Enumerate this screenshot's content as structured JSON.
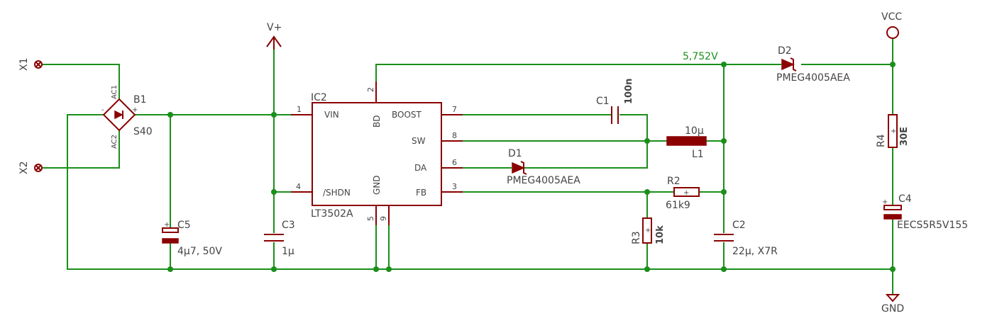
{
  "connectors": {
    "x1": "X1",
    "x2": "X2"
  },
  "bridge": {
    "name": "B1",
    "value": "S40",
    "ac1": "AC1",
    "ac2": "AC2",
    "minus": "-",
    "plus": "+"
  },
  "supply": {
    "vplus": "V+",
    "vcc": "VCC",
    "gnd": "GND"
  },
  "ic": {
    "name": "IC2",
    "part": "LT3502A",
    "pins": {
      "vin": "VIN",
      "shdn": "/SHDN",
      "bd": "BD",
      "gnd": "GND",
      "boost": "BOOST",
      "sw": "SW",
      "da": "DA",
      "fb": "FB"
    },
    "pin_numbers": {
      "vin": "1",
      "shdn": "4",
      "bd": "2",
      "gnd5": "5",
      "gnd9": "9",
      "boost": "7",
      "sw": "8",
      "da": "6",
      "fb": "3"
    }
  },
  "net_label": "5,752V",
  "components": {
    "c1": {
      "name": "C1",
      "value": "100n"
    },
    "c2": {
      "name": "C2",
      "value": "22µ, X7R"
    },
    "c3": {
      "name": "C3",
      "value": "1µ"
    },
    "c4": {
      "name": "C4",
      "value": "EECS5R5V155"
    },
    "c5": {
      "name": "C5",
      "value": "4µ7, 50V"
    },
    "d1": {
      "name": "D1",
      "value": "PMEG4005AEA"
    },
    "d2": {
      "name": "D2",
      "value": "PMEG4005AEA"
    },
    "l1": {
      "name": "L1",
      "value": "10µ"
    },
    "r2": {
      "name": "R2",
      "value": "61k9"
    },
    "r3": {
      "name": "R3",
      "value": "10k"
    },
    "r4": {
      "name": "R4",
      "value": "30E"
    }
  }
}
